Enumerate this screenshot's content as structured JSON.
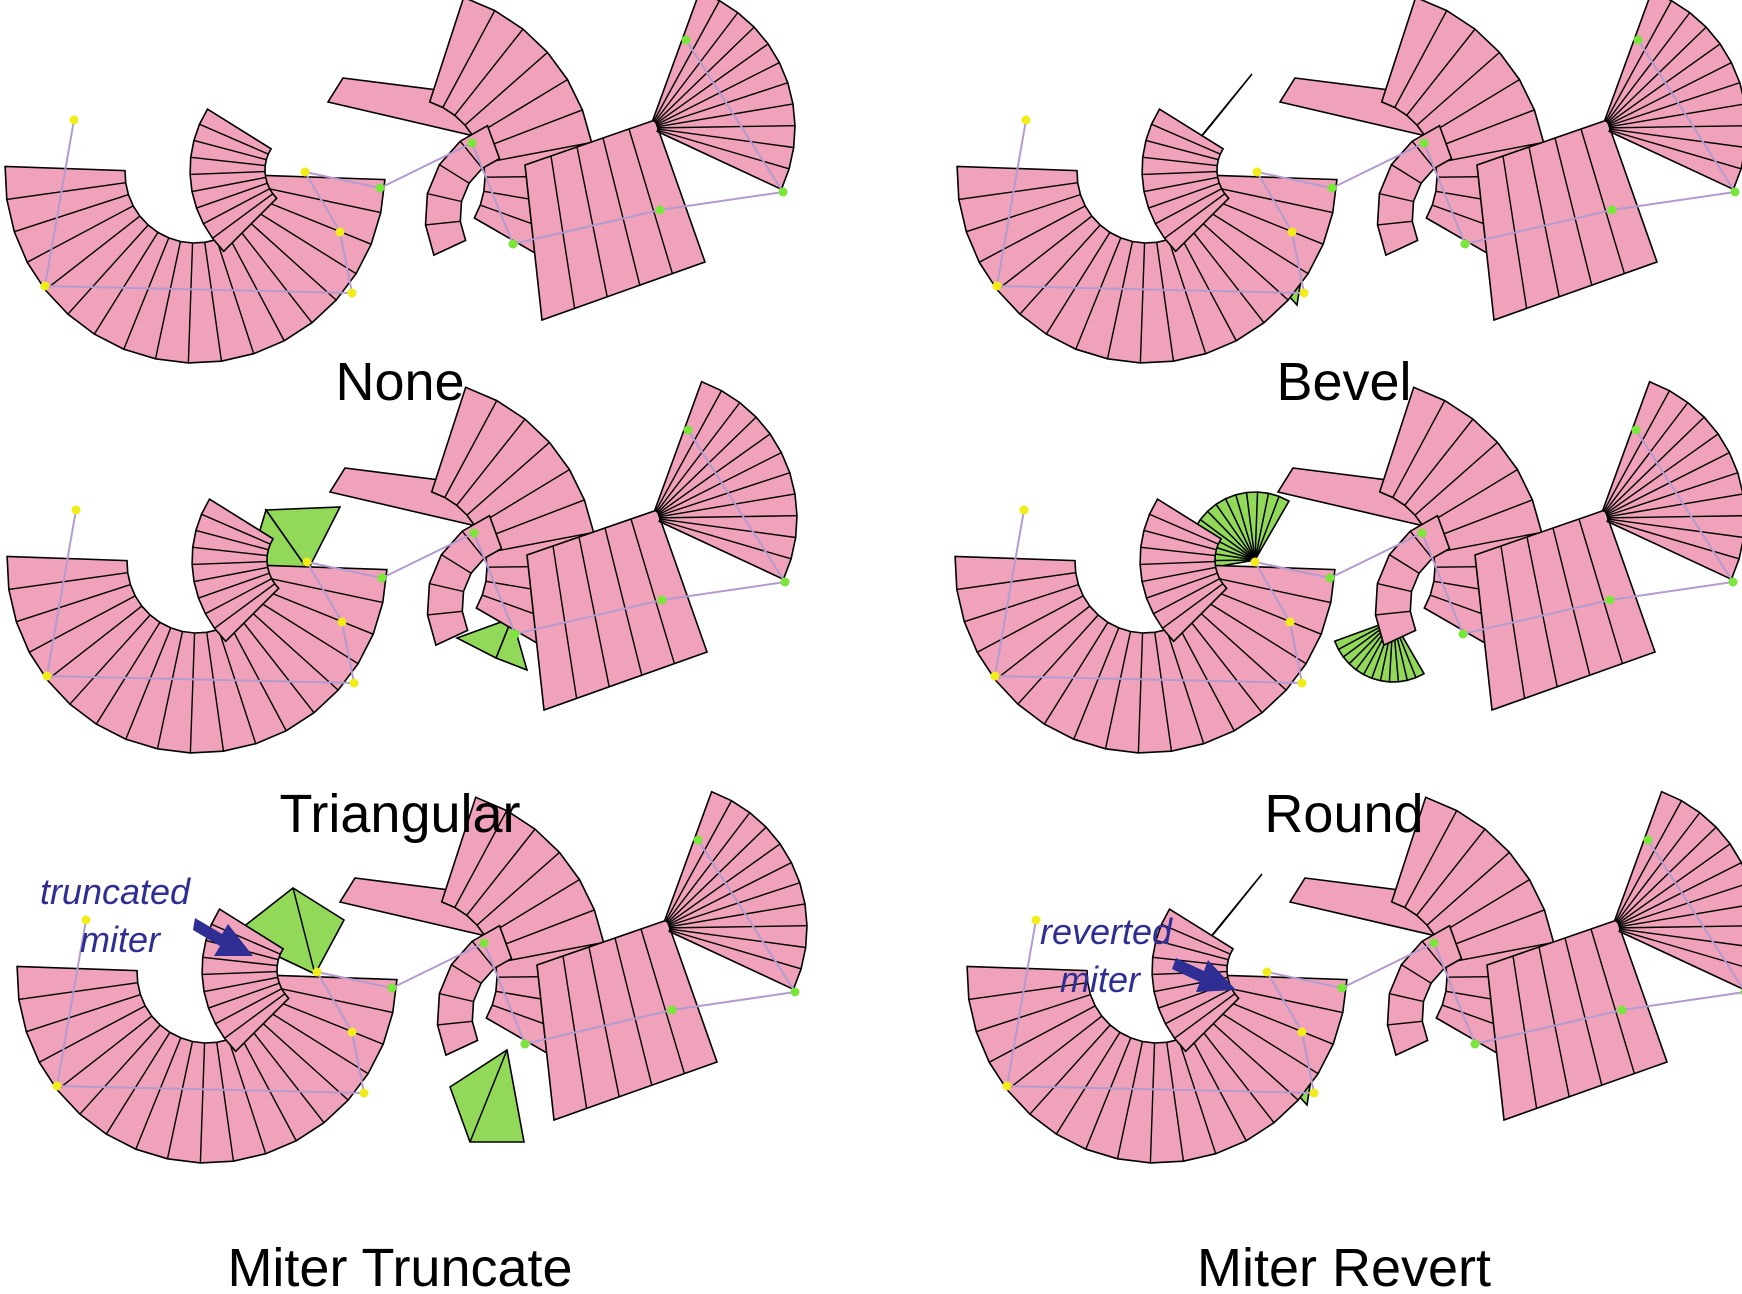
{
  "colors": {
    "fill": "#efa2b9",
    "join": "#92d95a",
    "stroke": "#000000",
    "path": "#b39bd0",
    "point_a": "#f2ec18",
    "point_b": "#7ae63a",
    "annotation": "#2e2e94"
  },
  "panels": [
    {
      "label": "None",
      "join": "none",
      "annotation": null
    },
    {
      "label": "Bevel",
      "join": "bevel",
      "annotation": null
    },
    {
      "label": "Triangular",
      "join": "triangular",
      "annotation": null
    },
    {
      "label": "Round",
      "join": "round",
      "annotation": null
    },
    {
      "label": "Miter Truncate",
      "join": "miter-truncate",
      "annotation": {
        "line1": "truncated",
        "line2": "miter"
      }
    },
    {
      "label": "Miter Revert",
      "join": "miter-revert",
      "annotation": {
        "line1": "reverted",
        "line2": "miter"
      }
    }
  ]
}
